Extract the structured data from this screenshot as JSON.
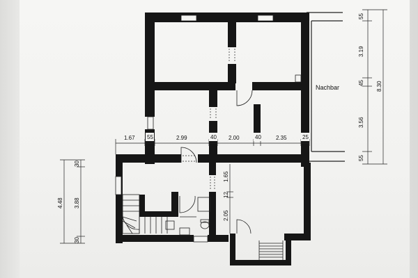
{
  "plan": {
    "neighbor_label": "Nachbar",
    "colors": {
      "wall": "#161616",
      "line": "#222222",
      "paper": "#f4f4f2"
    },
    "icons": [
      "staircase-icon",
      "toilet-icon",
      "sink-icon",
      "door-swing-icon",
      "window-icon"
    ],
    "horizontal_dims": {
      "d167": "1.67",
      "d55": "55",
      "d299": "2.99",
      "d40a": "40",
      "d200": "2.00",
      "d40b": "40",
      "d235": "2.35",
      "d25": "25"
    },
    "right_dims": {
      "d55_top": "55",
      "d319": "3.19",
      "d45": "45",
      "d356": "3.56",
      "d55_bot": "55",
      "d830": "8.30"
    },
    "left_dims": {
      "d448": "4.48",
      "d388": "3.88",
      "d30_top": "30",
      "d30_bot": "30"
    },
    "inner_dims": {
      "d165": "1.65",
      "d12": "12",
      "d205": "2.05"
    }
  }
}
